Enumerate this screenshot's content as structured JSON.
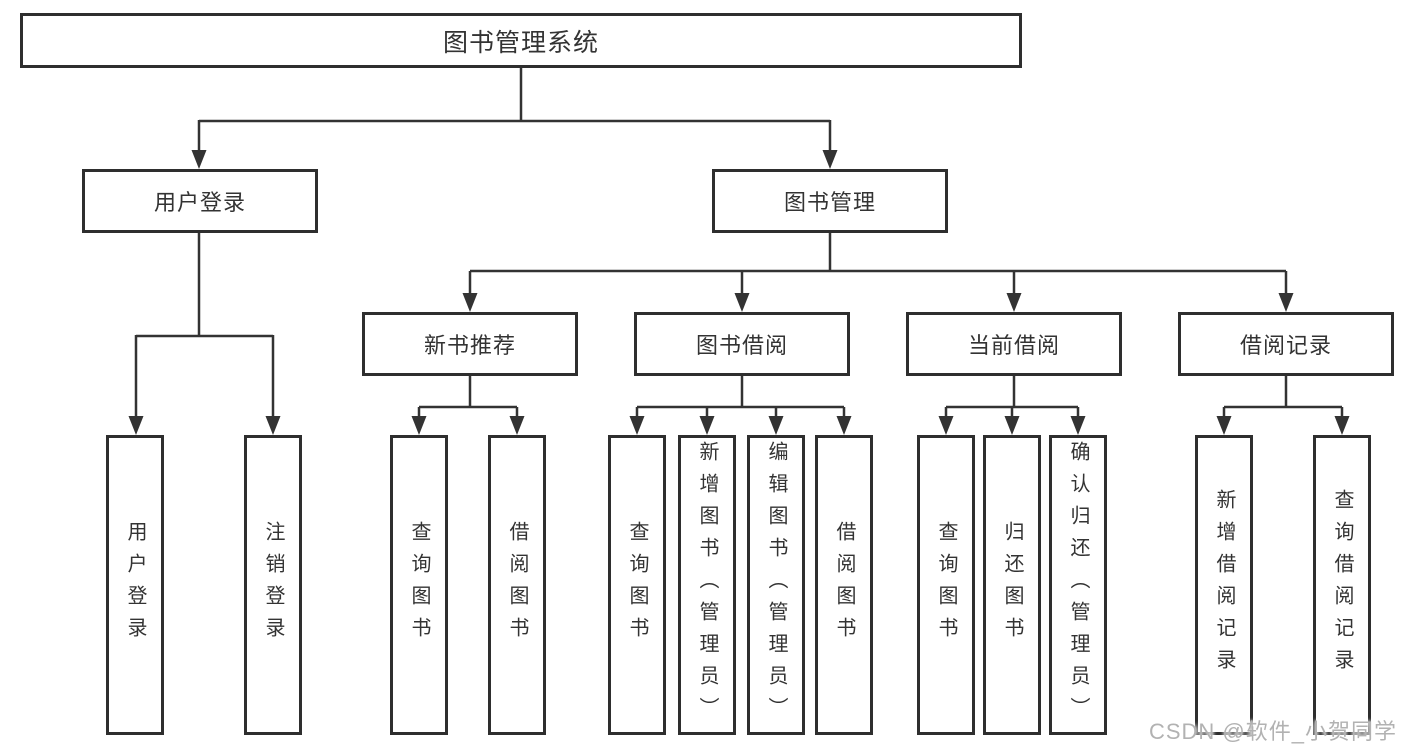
{
  "diagram": {
    "nodes": {
      "root": "图书管理系统",
      "user_login": "用户登录",
      "book_management": "图书管理",
      "new_book_recommend": "新书推荐",
      "book_borrow": "图书借阅",
      "current_borrow": "当前借阅",
      "borrow_records": "借阅记录",
      "ul_user_login": "用户登录",
      "ul_logout": "注销登录",
      "nb_query_books": "查询图书",
      "nb_borrow_books": "借阅图书",
      "bb_query_books": "查询图书",
      "bb_add_books": "新增图书（管理员）",
      "bb_edit_books": "编辑图书（管理员）",
      "bb_borrow_books": "借阅图书",
      "cb_query_books": "查询图书",
      "cb_return_books": "归还图书",
      "cb_confirm_return": "确认归还（管理员）",
      "br_add_record": "新增借阅记录",
      "br_query_record": "查询借阅记录"
    },
    "style": {
      "line_color": "#333333",
      "border_color": "#2e2e2e",
      "text_color": "#333333",
      "background": "#ffffff"
    }
  },
  "watermark": {
    "text": "CSDN @软件_小贺同学",
    "color": "#b2b2b2"
  }
}
